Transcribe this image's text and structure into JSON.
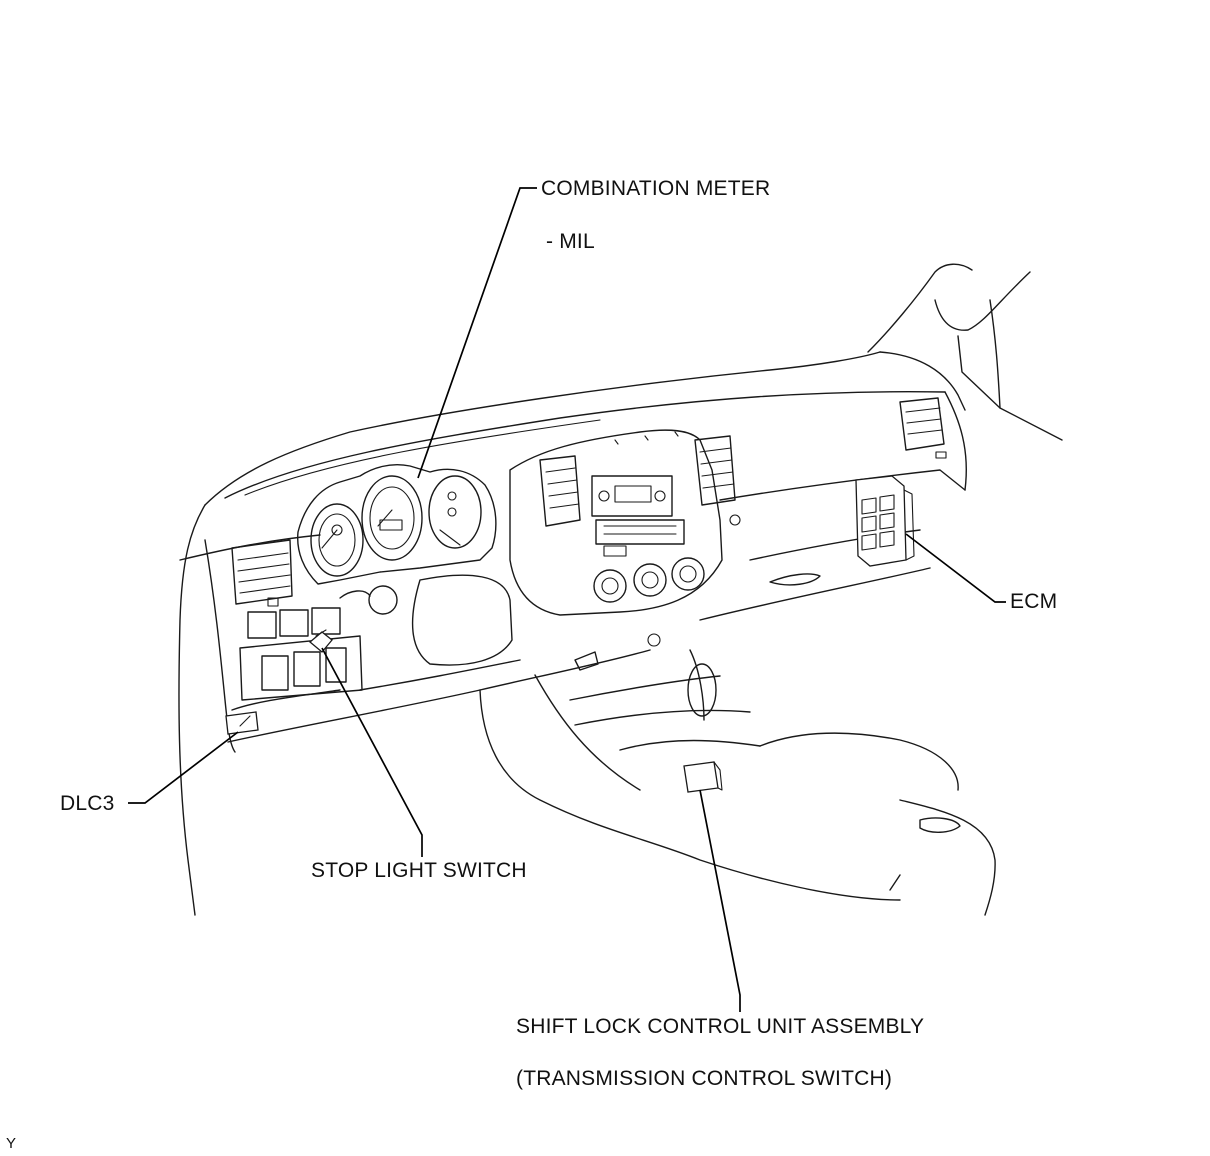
{
  "callouts": {
    "combination_meter": "COMBINATION METER",
    "mil": "- MIL",
    "ecm": "ECM",
    "dlc3": "DLC3",
    "stop_light_switch": "STOP LIGHT SWITCH",
    "shift_lock_line1": "SHIFT LOCK CONTROL UNIT ASSEMBLY",
    "shift_lock_line2": "(TRANSMISSION CONTROL SWITCH)"
  },
  "figure_code": "Y",
  "colors": {
    "line": "#1a1a1a",
    "background": "#ffffff"
  }
}
